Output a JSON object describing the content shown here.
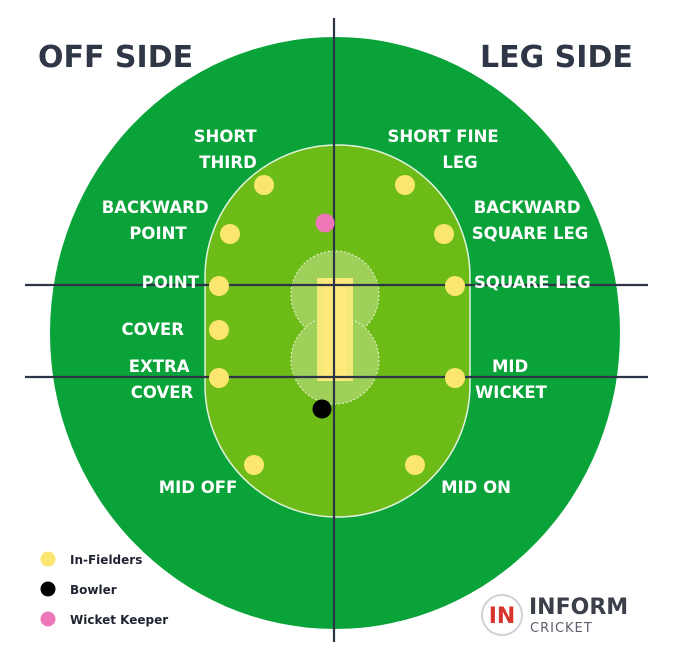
{
  "sides": {
    "off": "OFF SIDE",
    "leg": "LEG SIDE"
  },
  "colors": {
    "outfield": "#0aa33a",
    "infield": "#6dbb17",
    "pitch_zone": "#9fd15a",
    "pitch": "#f5e97a",
    "fielder": "#fbe76f",
    "bowler": "#000000",
    "keeper": "#ee77b8",
    "lines": "#2e3447"
  },
  "positions": {
    "short_third": [
      "SHORT",
      "THIRD"
    ],
    "short_fine_leg": [
      "SHORT FINE",
      "LEG"
    ],
    "backward_point": [
      "BACKWARD",
      "POINT"
    ],
    "backward_square_leg": [
      "BACKWARD",
      "SQUARE LEG"
    ],
    "point": [
      "POINT"
    ],
    "square_leg": [
      "SQUARE LEG"
    ],
    "cover": [
      "COVER"
    ],
    "extra_cover": [
      "EXTRA",
      "COVER"
    ],
    "mid_wicket": [
      "MID",
      "WICKET"
    ],
    "mid_off": [
      "MID OFF"
    ],
    "mid_on": [
      "MID ON"
    ]
  },
  "legend": {
    "infielders": "In-Fielders",
    "bowler": "Bowler",
    "keeper": "Wicket Keeper"
  },
  "brand": {
    "logo_letters": "IN",
    "name": "INFORM",
    "sub": "CRICKET"
  }
}
